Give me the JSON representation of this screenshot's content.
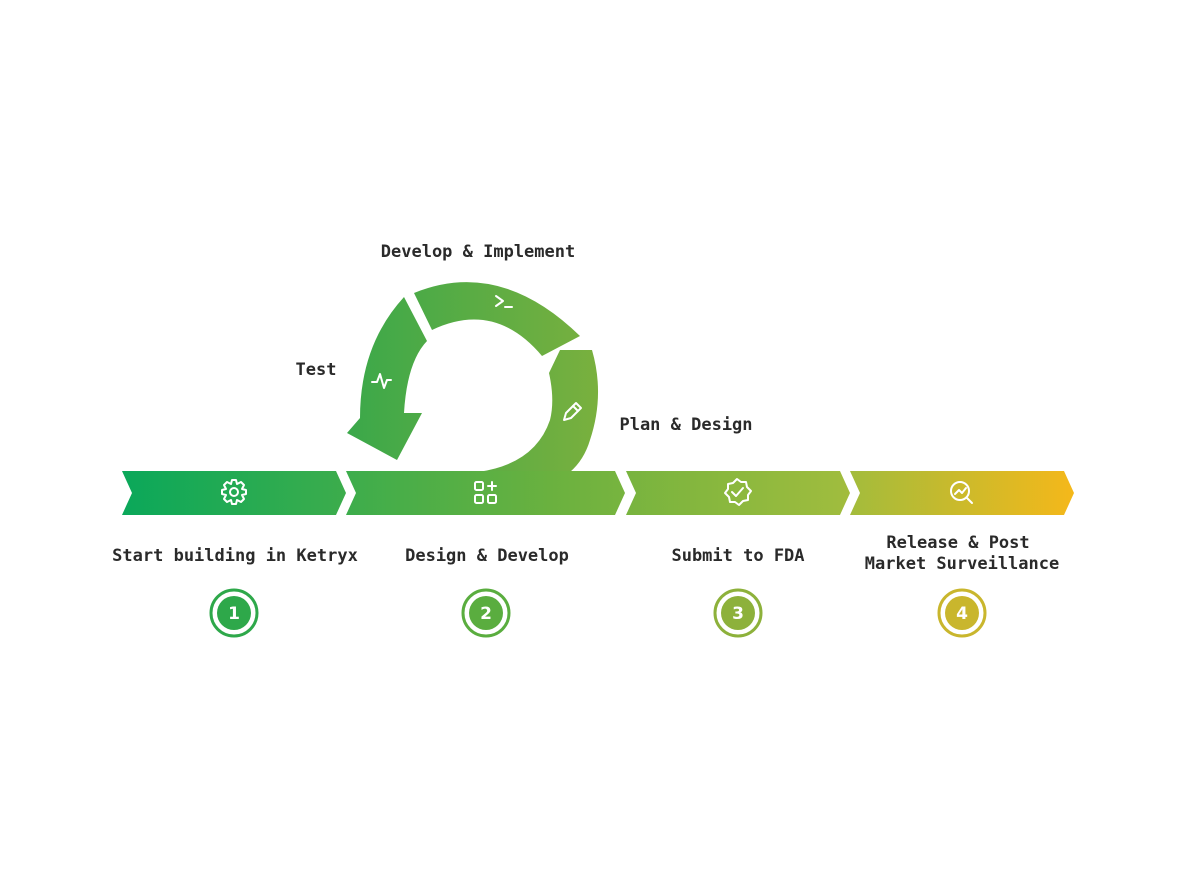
{
  "cycle": {
    "develop_label": "Develop & Implement",
    "test_label": "Test",
    "plan_label": "Plan & Design",
    "segments": [
      {
        "name": "develop",
        "icon": "terminal-icon"
      },
      {
        "name": "test",
        "icon": "pulse-icon"
      },
      {
        "name": "plan",
        "icon": "pencil-icon"
      }
    ]
  },
  "steps": [
    {
      "number": "1",
      "label": "Start building in Ketryx",
      "label_line2": "",
      "icon": "gear-icon",
      "color": "#2ea84a"
    },
    {
      "number": "2",
      "label": "Design & Develop",
      "label_line2": "",
      "icon": "widgets-icon",
      "color": "#5aad3f"
    },
    {
      "number": "3",
      "label": "Submit to FDA",
      "label_line2": "",
      "icon": "badge-check-icon",
      "color": "#8db13b"
    },
    {
      "number": "4",
      "label": "Release & Post",
      "label_line2": "Market Surveillance",
      "icon": "search-trend-icon",
      "color": "#c9b62d"
    }
  ],
  "colors": {
    "start": "#0aa85a",
    "mid": "#6ab13f",
    "end": "#f5b81a",
    "text": "#2a2a2a"
  }
}
